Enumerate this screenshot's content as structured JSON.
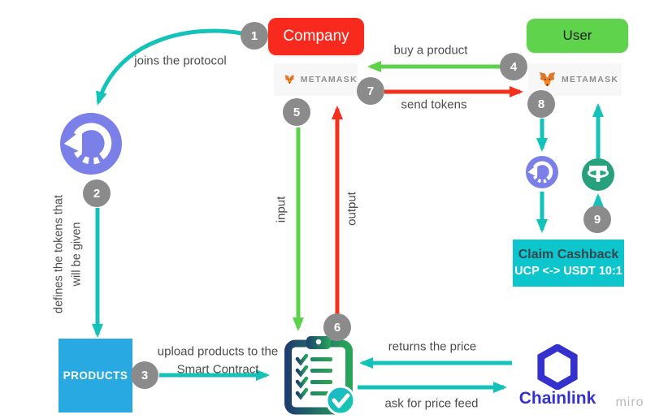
{
  "nodes": {
    "company": "Company",
    "user": "User",
    "wallet": "METAMASK",
    "products": "PRODUCTS",
    "claim": {
      "title": "Claim Cashback",
      "subtitle": "UCP <-> USDT 10:1"
    },
    "chainlink": "Chainlink"
  },
  "edges": {
    "joins_protocol": "joins the protocol",
    "defines_tokens": "defines the tokens that will be given",
    "upload_products": "upload products to the Smart Contract",
    "input": "input",
    "output": "output",
    "buy_product": "buy a product",
    "send_tokens": "send tokens",
    "returns_price": "returns the price",
    "ask_price_feed": "ask for price feed"
  },
  "steps": [
    "1",
    "2",
    "3",
    "4",
    "5",
    "6",
    "7",
    "8",
    "9"
  ],
  "watermark": "miro",
  "colors": {
    "teal_arrow": "#13c2b8",
    "green_arrow": "#5bd248",
    "red_arrow": "#f5301d",
    "company_red": "#f8291d",
    "user_green": "#5fd34b",
    "products_blue": "#29a9e1",
    "claim_cyan": "#0cc5cd",
    "swap_purple": "#7b80e8",
    "tether_green": "#26a17b",
    "chainlink_indigo": "#3531cf",
    "step_gray": "#8b8b8b"
  }
}
